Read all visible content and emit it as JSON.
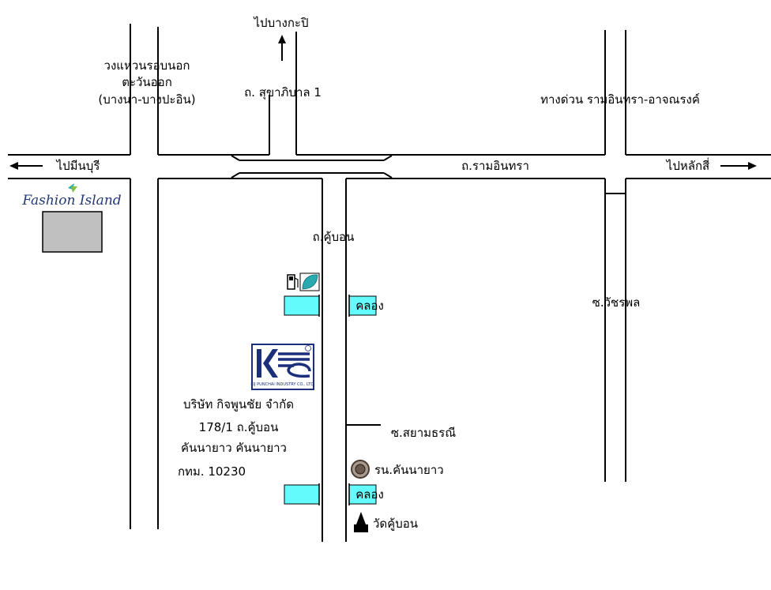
{
  "colors": {
    "road": "#000000",
    "canal": "#63fbfb",
    "building": "#c0c0c0",
    "logo_blue": "#1b2f7a",
    "leaf": "#2aa9b0"
  },
  "labels": {
    "to_bangkapi": "ไปบางกะปิ",
    "outer_ring_line1": "วงแหวนรอบนอก",
    "outer_ring_line2": "ตะวันออก",
    "outer_ring_line3": "(บางนา-บางปะอิน)",
    "sukhaphiban": "ถ. สุขาภิบาล 1",
    "expressway": "ทางด่วน รามอินทรา-อาจณรงค์",
    "to_minburi": "ไปมีนบุรี",
    "ramintra": "ถ.รามอินทรา",
    "to_laksi": "ไปหลักสี่",
    "fashion_island": "Fashion Island",
    "khubon_road": "ถ.คู้บอน",
    "canal_1": "คลอง",
    "canal_2": "คลอง",
    "soi_watcharapol": "ซ.วัชรพล",
    "soi_siam": "ซ.สยามธรณี",
    "school": "รน.คันนายาว",
    "temple": "วัดคู้บอน",
    "company_line1": "บริษัท กิจพูนชัย จำกัด",
    "company_line2": "178/1 ถ.คู้บอน",
    "company_line3": "คันนายาว คันนายาว",
    "company_line4": "กทม. 10230",
    "logo_small_text": "KIJ PUNCHAI INDUSTRY CO., LTD.",
    "logo_registered": "®"
  },
  "icons": {
    "gas": "gas-station-icon",
    "leaf": "leaf-icon",
    "school": "school-emblem-icon",
    "temple": "temple-icon",
    "arrow_up": "arrow-up-icon",
    "arrow_left": "arrow-left-icon",
    "arrow_right": "arrow-right-icon"
  }
}
